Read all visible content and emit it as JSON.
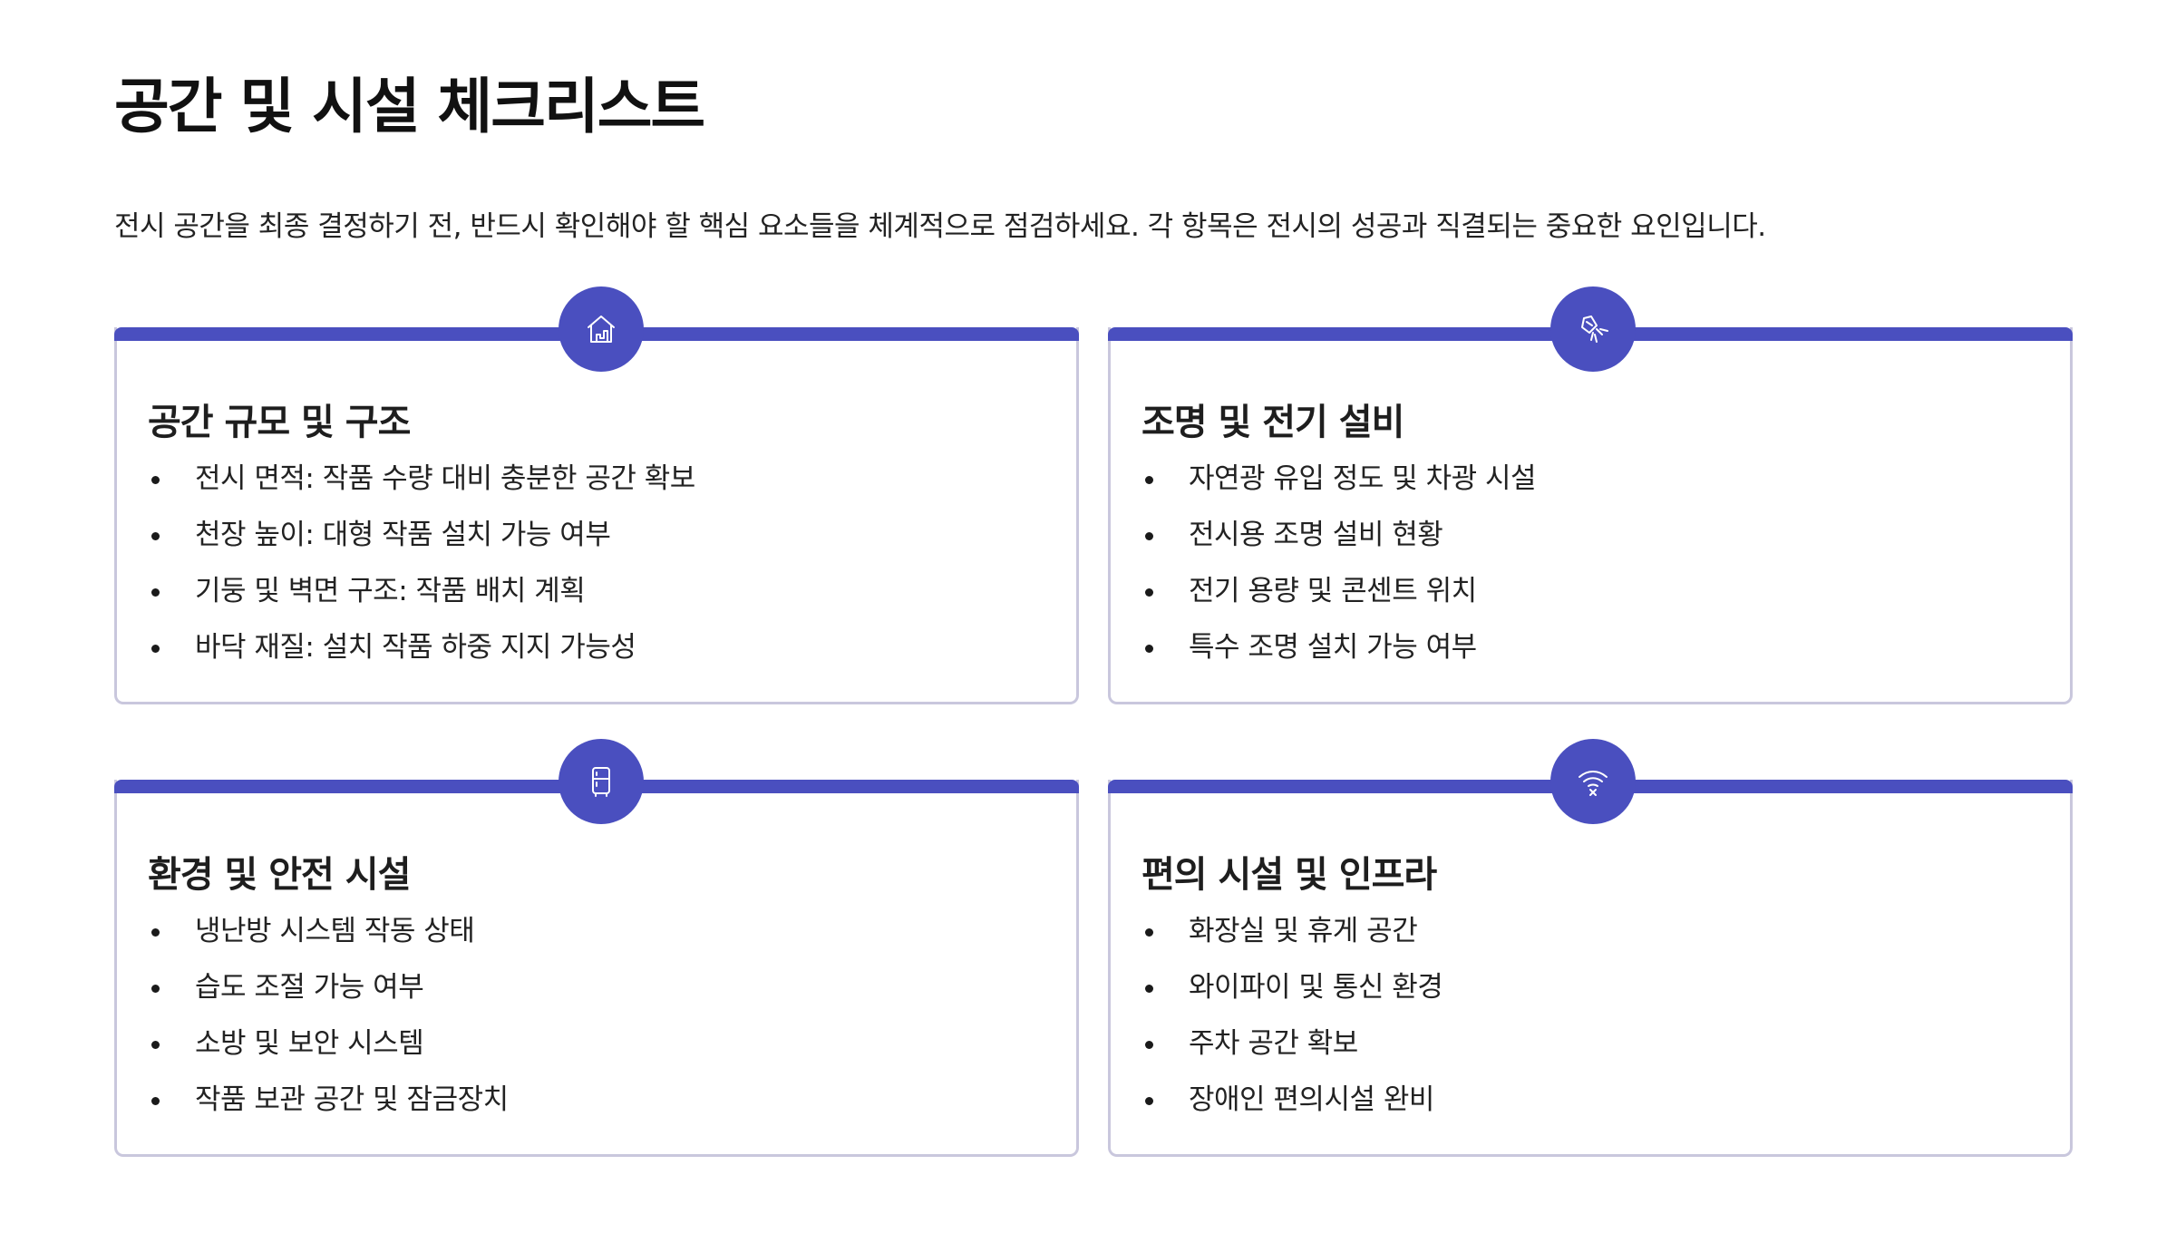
{
  "page": {
    "title": "공간 및 시설 체크리스트",
    "intro": "전시 공간을 최종 결정하기 전, 반드시 확인해야 할 핵심 요소들을 체계적으로 점검하세요. 각 항목은 전시의 성공과 직결되는 중요한 요인입니다."
  },
  "colors": {
    "accent": "#4a4fbf",
    "card_border": "#c9c7dd",
    "text": "#222222"
  },
  "cards": [
    {
      "icon": "house-icon",
      "title": "공간 규모 및 구조",
      "items": [
        "전시 면적: 작품 수량 대비 충분한 공간 확보",
        "천장 높이: 대형 작품 설치 가능 여부",
        "기둥 및 벽면 구조: 작품 배치 계획",
        "바닥 재질: 설치 작품 하중 지지 가능성"
      ]
    },
    {
      "icon": "lighting-icon",
      "title": "조명 및 전기 설비",
      "items": [
        "자연광 유입 정도 및 차광 시설",
        "전시용 조명 설비 현황",
        "전기 용량 및 콘센트 위치",
        "특수 조명 설치 가능 여부"
      ]
    },
    {
      "icon": "climate-unit-icon",
      "title": "환경 및 안전 시설",
      "items": [
        "냉난방 시스템 작동 상태",
        "습도 조절 가능 여부",
        "소방 및 보안 시스템",
        "작품 보관 공간 및 잠금장치"
      ]
    },
    {
      "icon": "wifi-icon",
      "title": "편의 시설 및 인프라",
      "items": [
        "화장실 및 휴게 공간",
        "와이파이 및 통신 환경",
        "주차 공간 확보",
        "장애인 편의시설 완비"
      ]
    }
  ]
}
